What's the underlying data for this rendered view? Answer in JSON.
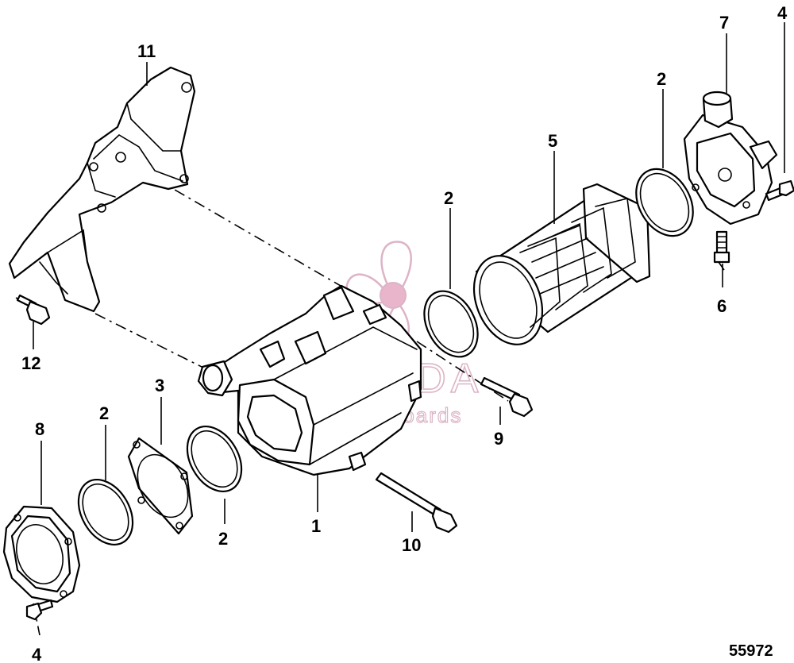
{
  "callouts": [
    {
      "id": "1",
      "label": "1"
    },
    {
      "id": "2a",
      "label": "2"
    },
    {
      "id": "2b",
      "label": "2"
    },
    {
      "id": "2c",
      "label": "2"
    },
    {
      "id": "2d",
      "label": "2"
    },
    {
      "id": "3",
      "label": "3"
    },
    {
      "id": "4a",
      "label": "4"
    },
    {
      "id": "4b",
      "label": "4"
    },
    {
      "id": "5",
      "label": "5"
    },
    {
      "id": "6",
      "label": "6"
    },
    {
      "id": "7",
      "label": "7"
    },
    {
      "id": "8",
      "label": "8"
    },
    {
      "id": "9",
      "label": "9"
    },
    {
      "id": "10",
      "label": "10"
    },
    {
      "id": "11",
      "label": "11"
    },
    {
      "id": "12",
      "label": "12"
    }
  ],
  "diagram_ref": "55972",
  "watermark": {
    "brand": "ARMADA",
    "tagline": "marine outboards",
    "color": "#d7a7bd",
    "icon": "propeller-logo-icon"
  }
}
